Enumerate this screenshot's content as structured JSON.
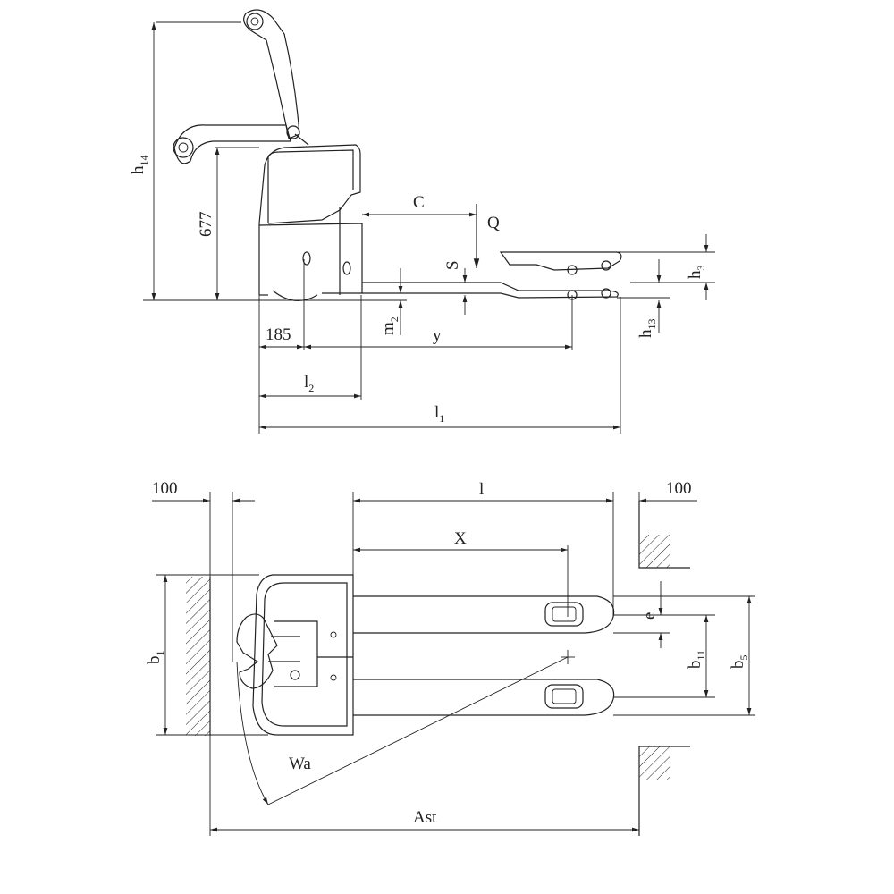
{
  "side_view": {
    "h14": "h",
    "h14_sub": "14",
    "d677": "677",
    "c": "C",
    "q": "Q",
    "s": "S",
    "h3": "h",
    "h3_sub": "3",
    "m2": "m",
    "m2_sub": "2",
    "h13": "h",
    "h13_sub": "13",
    "d185": "185",
    "y": "y",
    "l2": "l",
    "l2_sub": "2",
    "l1": "l",
    "l1_sub": "1"
  },
  "top_view": {
    "left_100": "100",
    "l": "l",
    "right_100": "100",
    "x": "X",
    "b1": "b",
    "b1_sub": "1",
    "e": "e",
    "b11": "b",
    "b11_sub": "11",
    "b5": "b",
    "b5_sub": "5",
    "wa": "Wa",
    "ast": "Ast"
  }
}
